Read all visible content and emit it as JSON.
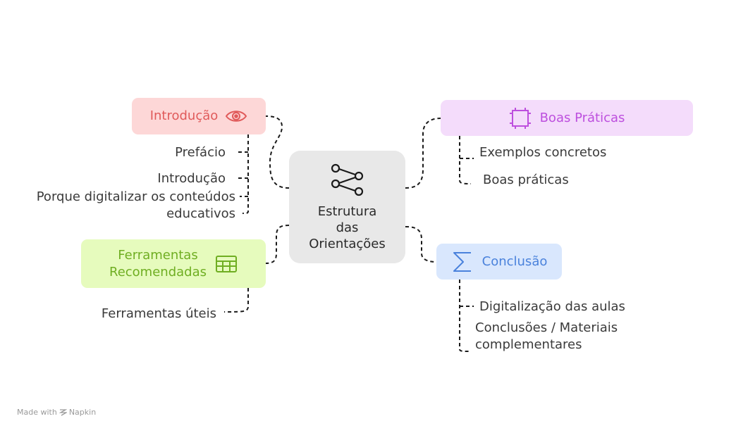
{
  "center": {
    "label_lines": [
      "Estrutura",
      "das",
      "Orientações"
    ],
    "icon": "share-icon"
  },
  "branches": {
    "introducao": {
      "label": "Introdução",
      "icon": "eye-icon",
      "color": "#e05a5a",
      "bg": "#fdd7d7",
      "leaves": [
        "Prefácio",
        "Introdução",
        "Porque digitalizar os conteúdos",
        "educativos"
      ]
    },
    "boas_praticas": {
      "label": "Boas Práticas",
      "icon": "frame-icon",
      "color": "#bd4fde",
      "bg": "#f4dcfb",
      "leaves": [
        "Exemplos concretos",
        "Boas práticas"
      ]
    },
    "ferramentas": {
      "label_lines": [
        "Ferramentas",
        "Recomendadas"
      ],
      "icon": "table-icon",
      "color": "#6fae22",
      "bg": "#e6fbbd",
      "leaves": [
        "Ferramentas úteis"
      ]
    },
    "conclusao": {
      "label": "Conclusão",
      "icon": "sigma-icon",
      "color": "#4a82dc",
      "bg": "#d9e7fd",
      "leaves": [
        "Digitalização das aulas",
        "Conclusões / Materiais",
        "complementares"
      ]
    }
  },
  "footer": {
    "prefix": "Made with",
    "brand": "Napkin"
  }
}
